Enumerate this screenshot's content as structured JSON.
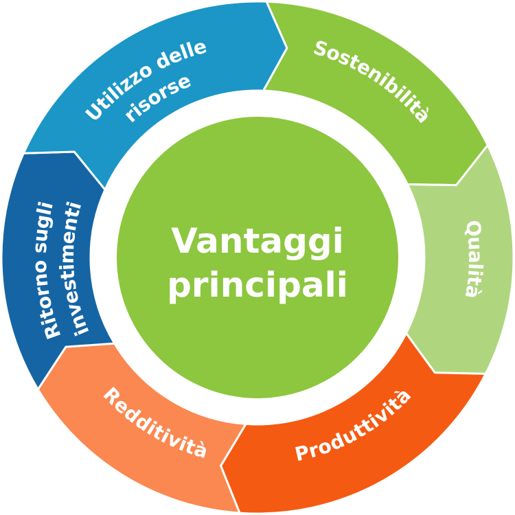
{
  "center": {
    "lines": [
      "Vantaggi",
      "principali"
    ],
    "color": "#8dc63f"
  },
  "segments": [
    {
      "key": "sostenibilita",
      "lines": [
        "Sostenibilità"
      ],
      "color": "#8dc63f"
    },
    {
      "key": "qualita",
      "lines": [
        "Qualità"
      ],
      "color": "#afd67e"
    },
    {
      "key": "produttivita",
      "lines": [
        "Produttività"
      ],
      "color": "#f55a12"
    },
    {
      "key": "redditivita",
      "lines": [
        "Redditività"
      ],
      "color": "#fa8850"
    },
    {
      "key": "ritorno",
      "lines": [
        "Ritorno sugli",
        "investimenti"
      ],
      "color": "#1565a5"
    },
    {
      "key": "utilizzo",
      "lines": [
        "Utilizzo delle",
        "risorse"
      ],
      "color": "#1b96c6"
    }
  ]
}
